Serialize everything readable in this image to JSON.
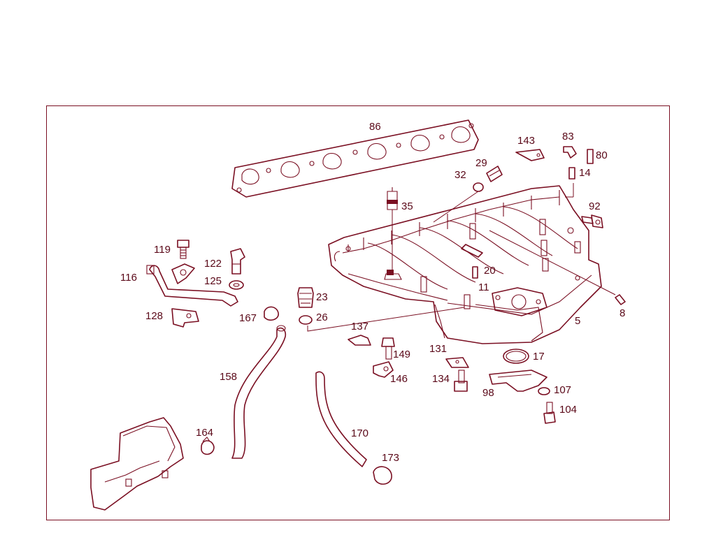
{
  "diagram": {
    "accent_color": "#7a0f22",
    "callouts": [
      {
        "id": "86",
        "text": "86"
      },
      {
        "id": "143",
        "text": "143"
      },
      {
        "id": "83",
        "text": "83"
      },
      {
        "id": "80",
        "text": "80"
      },
      {
        "id": "29",
        "text": "29"
      },
      {
        "id": "32",
        "text": "32"
      },
      {
        "id": "14",
        "text": "14"
      },
      {
        "id": "35",
        "text": "35"
      },
      {
        "id": "92",
        "text": "92"
      },
      {
        "id": "119",
        "text": "119"
      },
      {
        "id": "122",
        "text": "122"
      },
      {
        "id": "116",
        "text": "116"
      },
      {
        "id": "125",
        "text": "125"
      },
      {
        "id": "20",
        "text": "20"
      },
      {
        "id": "11",
        "text": "11"
      },
      {
        "id": "23",
        "text": "23"
      },
      {
        "id": "8",
        "text": "8"
      },
      {
        "id": "128",
        "text": "128"
      },
      {
        "id": "167",
        "text": "167"
      },
      {
        "id": "26",
        "text": "26"
      },
      {
        "id": "5",
        "text": "5"
      },
      {
        "id": "137",
        "text": "137"
      },
      {
        "id": "149",
        "text": "149"
      },
      {
        "id": "131",
        "text": "131"
      },
      {
        "id": "17",
        "text": "17"
      },
      {
        "id": "158",
        "text": "158"
      },
      {
        "id": "146",
        "text": "146"
      },
      {
        "id": "134",
        "text": "134"
      },
      {
        "id": "107",
        "text": "107"
      },
      {
        "id": "98",
        "text": "98"
      },
      {
        "id": "104",
        "text": "104"
      },
      {
        "id": "164",
        "text": "164"
      },
      {
        "id": "170",
        "text": "170"
      },
      {
        "id": "173",
        "text": "173"
      }
    ]
  }
}
